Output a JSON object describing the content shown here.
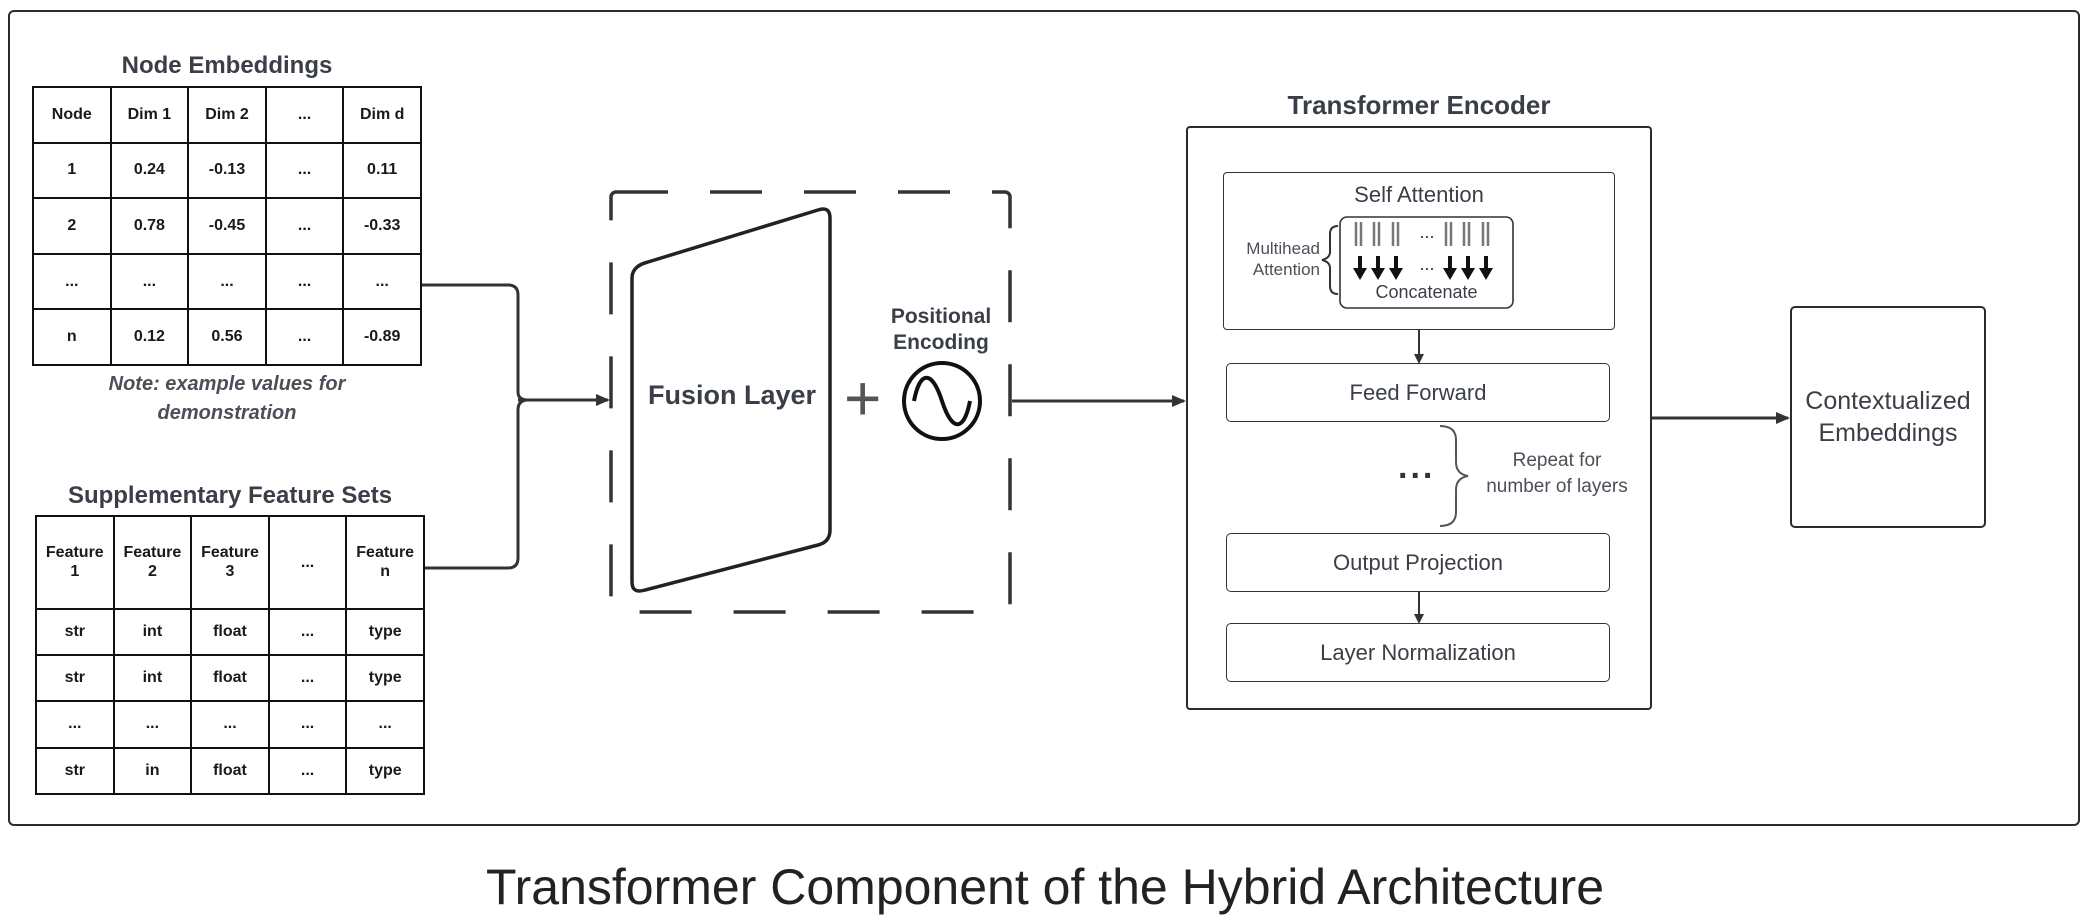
{
  "caption": "Transformer Component of the Hybrid Architecture",
  "node_embeddings": {
    "title": "Node Embeddings",
    "header": [
      "Node",
      "Dim 1",
      "Dim 2",
      "...",
      "Dim d"
    ],
    "rows": [
      [
        "1",
        "0.24",
        "-0.13",
        "...",
        "0.11"
      ],
      [
        "2",
        "0.78",
        "-0.45",
        "...",
        "-0.33"
      ],
      [
        "...",
        "...",
        "...",
        "...",
        "..."
      ],
      [
        "n",
        "0.12",
        "0.56",
        "...",
        "-0.89"
      ]
    ],
    "note_line1": "Note: example values for",
    "note_line2": "demonstration"
  },
  "supplementary": {
    "title": "Supplementary Feature Sets",
    "header": [
      [
        "Feature",
        "1"
      ],
      [
        "Feature",
        "2"
      ],
      [
        "Feature",
        "3"
      ],
      [
        "...",
        ""
      ],
      [
        "Feature",
        "n"
      ]
    ],
    "rows": [
      [
        "str",
        "int",
        "float",
        "...",
        "type"
      ],
      [
        "str",
        "int",
        "float",
        "...",
        "type"
      ],
      [
        "...",
        "...",
        "...",
        "...",
        "..."
      ],
      [
        "str",
        "in",
        "float",
        "...",
        "type"
      ]
    ]
  },
  "fusion": {
    "label": "Fusion Layer",
    "plus": "+",
    "positional_line1": "Positional",
    "positional_line2": "Encoding",
    "wave_icon": "sine-wave-icon"
  },
  "encoder": {
    "title": "Transformer Encoder",
    "self_attention": "Self Attention",
    "multihead_line1": "Multihead",
    "multihead_line2": "Attention",
    "head_dots": "...",
    "concatenate": "Concatenate",
    "feed_forward": "Feed Forward",
    "ellipsis": "...",
    "repeat_line1": "Repeat for",
    "repeat_line2": "number of layers",
    "output_projection": "Output Projection",
    "layer_norm": "Layer Normalization"
  },
  "output": {
    "line1": "Contextualized",
    "line2": "Embeddings"
  },
  "colors": {
    "line": "#333333",
    "text": "#3a3f47"
  }
}
